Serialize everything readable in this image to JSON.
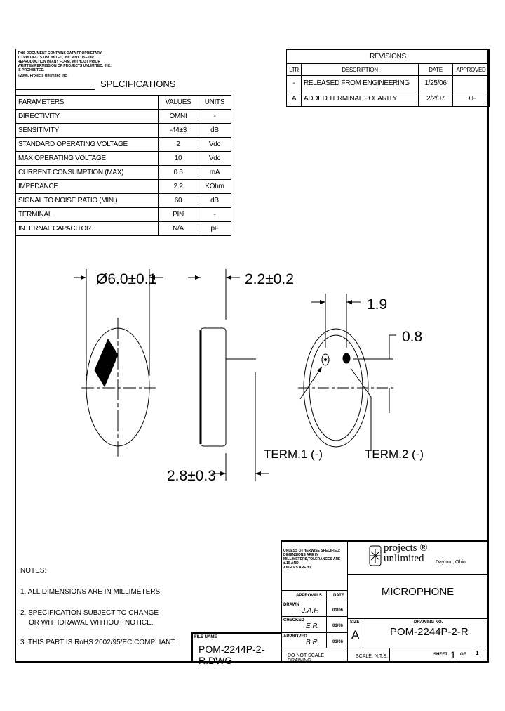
{
  "notice": {
    "lines": [
      "THIS DOCUMENT CONTAINS DATA PROPRIETARY",
      "TO PROJECTS UNLIMITED, INC. ANY USE OR",
      "REPRODUCTION IN ANY FORM, WITHOUT PRIOR",
      "WRITTEN PERMISSION OF PROJECTS UNLIMITED, INC.",
      "IS PROHIBITED."
    ],
    "copyright": "©2006, Projects Unlimited Inc."
  },
  "specifications": {
    "title": "SPECIFICATIONS",
    "headers": [
      "PARAMETERS",
      "VALUES",
      "UNITS"
    ],
    "rows": [
      [
        "DIRECTIVITY",
        "OMNI",
        "-"
      ],
      [
        "SENSITIVITY",
        "-44±3",
        "dB"
      ],
      [
        "STANDARD OPERATING VOLTAGE",
        "2",
        "Vdc"
      ],
      [
        "MAX OPERATING VOLTAGE",
        "10",
        "Vdc"
      ],
      [
        "CURRENT CONSUMPTION (MAX)",
        "0.5",
        "mA"
      ],
      [
        "IMPEDANCE",
        "2.2",
        "KOhm"
      ],
      [
        "SIGNAL TO NOISE RATIO (MIN.)",
        "60",
        "dB"
      ],
      [
        "TERMINAL",
        "PIN",
        "-"
      ],
      [
        "INTERNAL CAPACITOR",
        "N/A",
        "pF"
      ]
    ]
  },
  "revisions": {
    "title": "REVISIONS",
    "headers": [
      "LTR",
      "DESCRIPTION",
      "DATE",
      "APPROVED"
    ],
    "rows": [
      [
        "-",
        "RELEASED FROM ENGINEERING",
        "1/25/06",
        ""
      ],
      [
        "A",
        "ADDED TERMINAL POLARITY",
        "2/2/07",
        "D.F."
      ]
    ]
  },
  "drawing": {
    "diameter": "Ø6.0±0.1",
    "height": "2.2±0.2",
    "total_height": "2.8±0.3",
    "pin_spacing": "1.9",
    "pin_offset": "0.8",
    "term1": "TERM.1 (-)",
    "term2": "TERM.2 (-)"
  },
  "notes": {
    "title": "NOTES:",
    "items": [
      "1. ALL DIMENSIONS ARE IN MILLIMETERS.",
      "2. SPECIFICATION SUBJECT TO CHANGE",
      "    OR WITHDRAWAL WITHOUT NOTICE.",
      "3. THIS PART IS RoHS 2002/95/EC COMPLIANT."
    ]
  },
  "title_block": {
    "tolerance_note": [
      "UNLESS OTHERWISE SPECIFIED:",
      "DIMENSIONS ARE IN",
      "MILLIMETERS,TOLERANCES ARE ±.15 AND",
      "ANGLES ARE ±3."
    ],
    "approvals_label": "APPROVALS",
    "date_label": "DATE",
    "drawn": {
      "label": "DRAWN",
      "name": "J.A.F.",
      "date": "01/06"
    },
    "checked": {
      "label": "CHECKED",
      "name": "E.P.",
      "date": "01/06"
    },
    "approved": {
      "label": "APPROVED",
      "name": "B.R.",
      "date": "01/06"
    },
    "do_not_scale": "DO NOT SCALE DRAWING",
    "company_line1": "projects ®",
    "company_line2": "unlimited",
    "location": "Dayton , Ohio",
    "title": "MICROPHONE",
    "size_label": "SIZE",
    "size": "A",
    "drawing_no_label": "DRAWING NO.",
    "drawing_no": "POM-2244P-2-R",
    "scale": "SCALE: N.T.S.",
    "sheet_label": "SHEET",
    "sheet": "1",
    "of_label": "OF",
    "of": "1",
    "file_name_label": "FILE NAME",
    "file_name": "POM-2244P-2-R.DWG"
  }
}
